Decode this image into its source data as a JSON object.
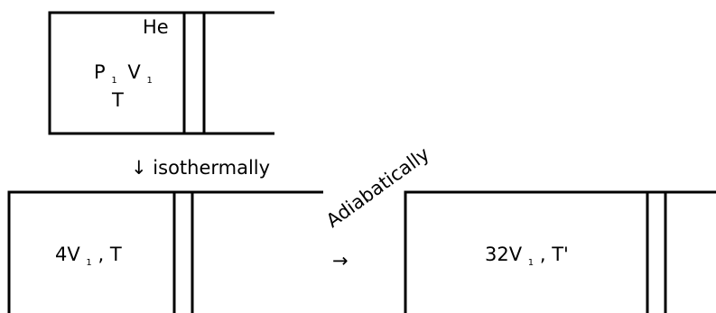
{
  "diagram": {
    "gas_label": "He",
    "initial_state": {
      "pressure_symbol": "P",
      "pressure_sub": "1",
      "volume_symbol": "V",
      "volume_sub": "1",
      "temperature": "T"
    },
    "process_1": {
      "arrow": "↓",
      "label": "isothermally"
    },
    "state_2": {
      "prefix": "4V",
      "sub": "1",
      "suffix": ", T"
    },
    "process_2": {
      "label": "Adiabatically",
      "arrow": "→"
    },
    "state_3": {
      "prefix": "32V",
      "sub": "1",
      "suffix": ", T'"
    }
  }
}
